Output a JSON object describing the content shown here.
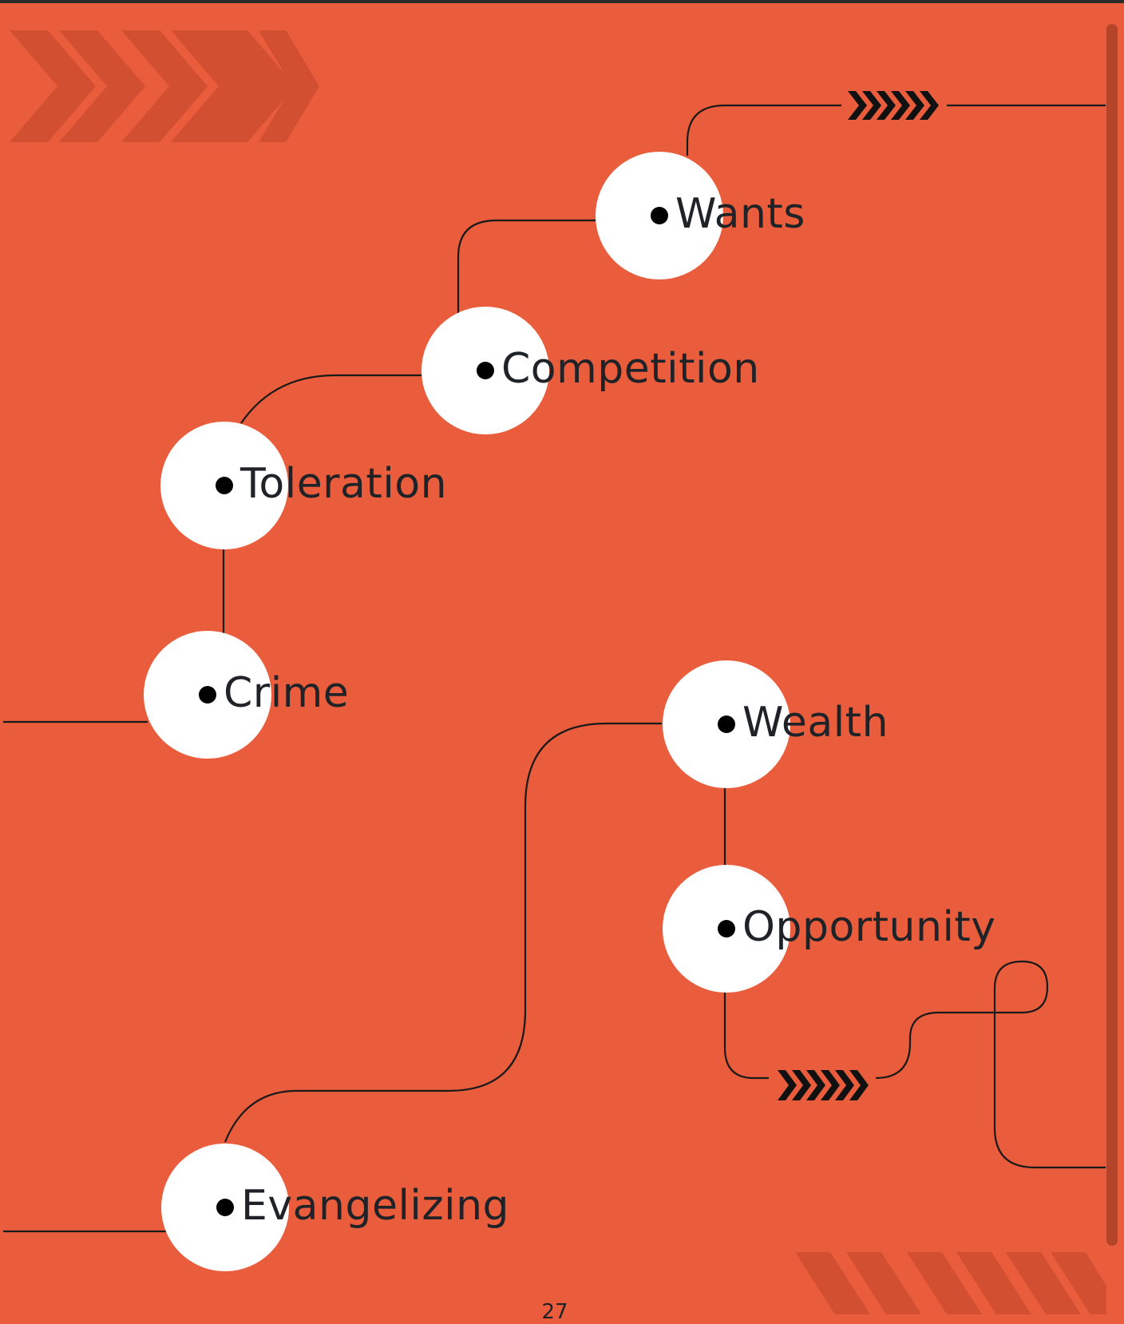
{
  "nodes": [
    {
      "id": "wants",
      "label": "Wants"
    },
    {
      "id": "competition",
      "label": "Competition"
    },
    {
      "id": "toleration",
      "label": "Toleration"
    },
    {
      "id": "crime",
      "label": "Crime"
    },
    {
      "id": "wealth",
      "label": "Wealth"
    },
    {
      "id": "opportunity",
      "label": "Opportunity"
    },
    {
      "id": "evangelizing",
      "label": "Evangelizing"
    }
  ],
  "page_number": "27",
  "colors": {
    "background": "#e95d3c",
    "node_fill": "#ffffff",
    "line": "#1a1a1a",
    "text": "#1f2328",
    "decor_chevrons": "#d24f31"
  },
  "icons": [
    "chevron-arrows-icon"
  ]
}
